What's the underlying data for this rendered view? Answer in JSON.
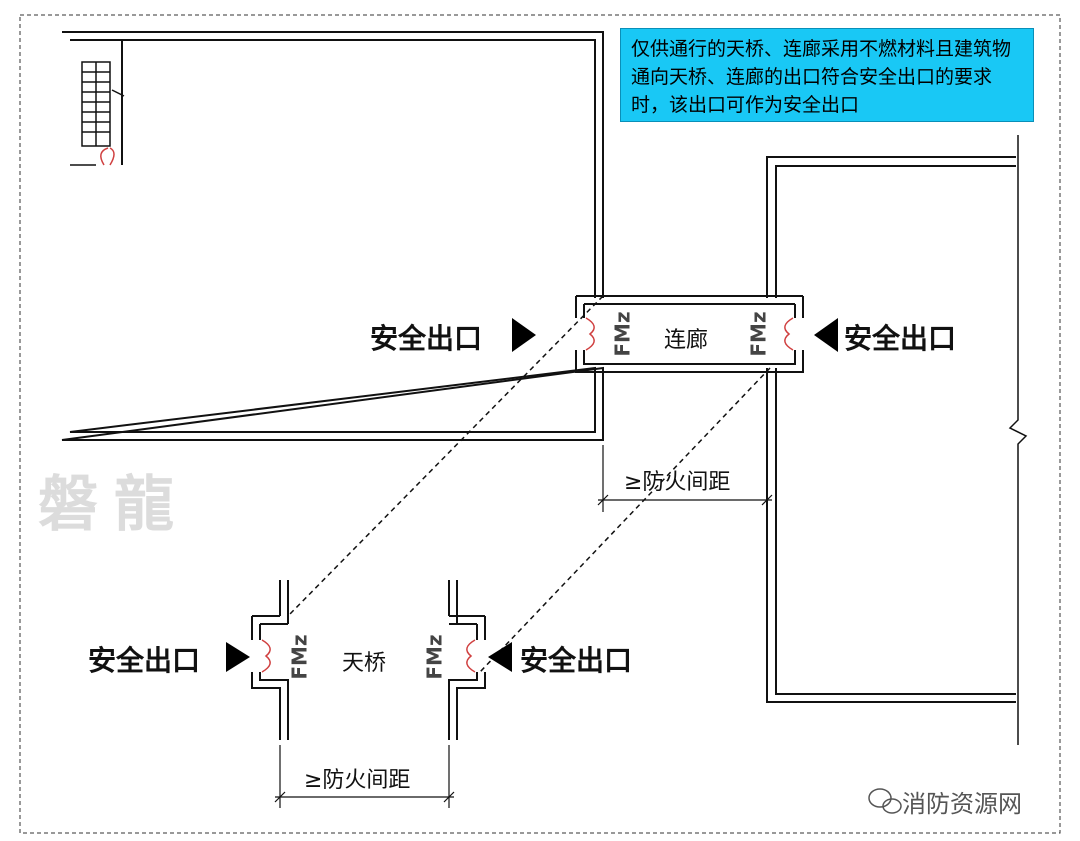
{
  "note": "仅供通行的天桥、连廊采用不燃材料且建筑物通向天桥、连廊的出口符合安全出口的要求时，该出口可作为安全出口",
  "corridor": {
    "name": "连廊",
    "exit_left": "安全出口",
    "exit_right": "安全出口",
    "door_left": "FMz",
    "door_right": "FMz",
    "spacing": "≥防火间距"
  },
  "bridge": {
    "name": "天桥",
    "exit_left": "安全出口",
    "exit_right": "安全出口",
    "door_left": "FMz",
    "door_right": "FMz",
    "spacing": "≥防火间距"
  },
  "watermark": "磐龍",
  "source": "消防资源网",
  "colors": {
    "note_bg": "#19c8f5",
    "door": "#d04040",
    "line": "#111111"
  }
}
